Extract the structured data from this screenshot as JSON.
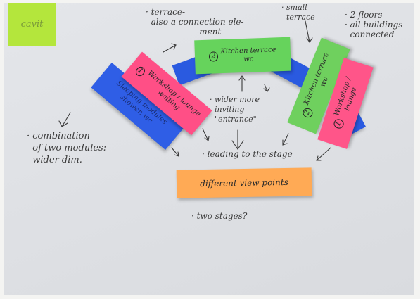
{
  "corner_note": {
    "text": "cavit",
    "color": "#b4e63c"
  },
  "annotations": {
    "terrace": "· terrace-\n  also a connection ele-\n                    ment",
    "small_terrace": "· small\n  terrace",
    "floors": "· 2 floors\n· all buildings\n  connected",
    "wider_more": "· wider more\n  inviting\n  \"entrance\"",
    "combination": "· combination\n  of two modules:\n  wider dim.",
    "leading": "· leading to the stage",
    "two_stages": "· two stages?"
  },
  "blocks": {
    "kitchen_center": {
      "label": "Kitchen terrace\nwc",
      "number": "2",
      "color": "#66d35c"
    },
    "kitchen_right": {
      "label": "Kitchen terrace\nwc",
      "number": "2",
      "color": "#6fd05e"
    },
    "pink_left": {
      "label": "Workshop / lounge\nwaiting",
      "number": "1",
      "color": "#ff4f86"
    },
    "pink_right": {
      "label": "Workshop /\nlounge",
      "number": "1",
      "color": "#ff5589"
    },
    "blue_left": {
      "label": "Sleeping modules\nshower, wc",
      "color": "#2f5ee6"
    },
    "orange": {
      "label": "different view points",
      "color": "#ffaa55"
    }
  }
}
